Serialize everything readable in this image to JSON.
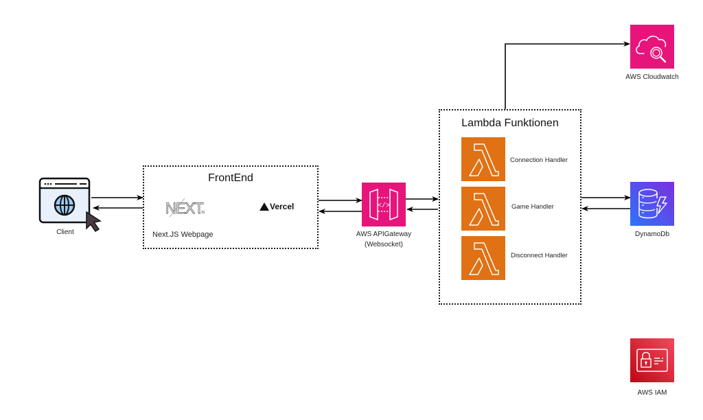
{
  "diagram": {
    "nodes": {
      "client": {
        "label": "Client",
        "icon": "browser-globe-cursor-icon"
      },
      "frontend": {
        "title": "FrontEnd",
        "nextjs_logo": "NEXT.JS",
        "nextjs_logo_main": "NEXT",
        "nextjs_logo_sub": ".JS",
        "vercel_logo": "Vercel",
        "subtitle": "Next.JS Webpage"
      },
      "api_gateway": {
        "label_line1": "AWS APIGateway",
        "label_line2": "(Websocket)",
        "icon": "api-gateway-icon",
        "color": "#E7157B"
      },
      "lambda_group": {
        "title": "Lambda Funktionen",
        "functions": [
          {
            "label": "Connection Handler",
            "icon": "lambda-icon"
          },
          {
            "label": "Game Handler",
            "icon": "lambda-icon"
          },
          {
            "label": "Disconnect Handler",
            "icon": "lambda-icon"
          }
        ],
        "color": "#E07114"
      },
      "cloudwatch": {
        "label": "AWS Cloudwatch",
        "icon": "cloudwatch-icon",
        "color": "#E7157B"
      },
      "dynamodb": {
        "label": "DynamoDb",
        "icon": "dynamodb-icon",
        "color_start": "#2E73F8",
        "color_end": "#7B2FE0"
      },
      "iam": {
        "label": "AWS IAM",
        "icon": "iam-icon",
        "color": "#DD344C"
      }
    },
    "edges": [
      {
        "from": "client",
        "to": "frontend",
        "direction": "bidirectional"
      },
      {
        "from": "frontend",
        "to": "api_gateway",
        "direction": "bidirectional"
      },
      {
        "from": "api_gateway",
        "to": "lambda_group",
        "direction": "bidirectional"
      },
      {
        "from": "lambda_group",
        "to": "dynamodb",
        "direction": "bidirectional"
      },
      {
        "from": "lambda_group",
        "to": "cloudwatch",
        "direction": "one-way"
      }
    ]
  }
}
